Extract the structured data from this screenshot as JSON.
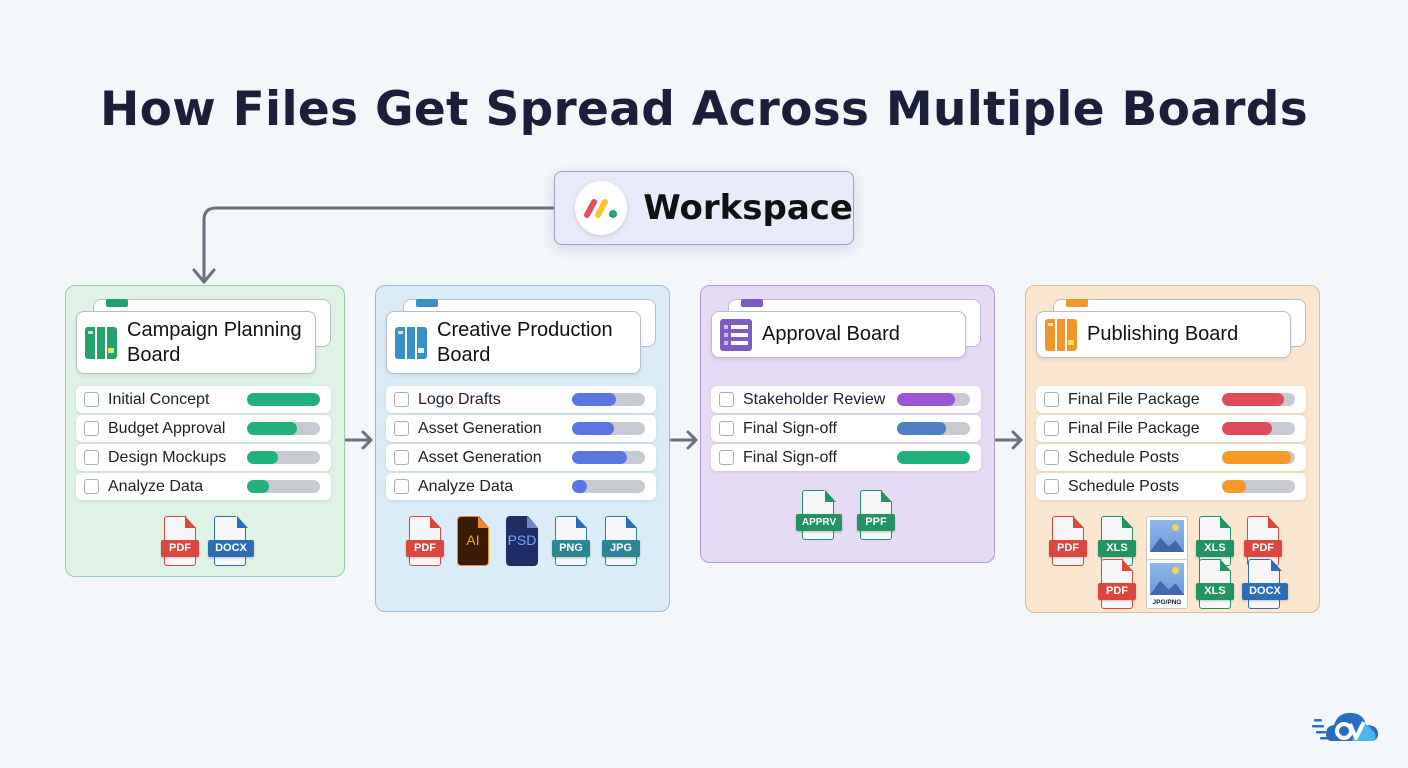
{
  "title": "How Files Get Spread Across Multiple Boards",
  "workspace": {
    "label": "Workspace",
    "logo_icon": "monday-logo-icon"
  },
  "colors": {
    "green_fill": "#22b07d",
    "blue_fill": "#5a76e0",
    "purple_fill": "#9b55d6",
    "steelblue_fill": "#4f7fc4",
    "red_fill": "#e04b5c",
    "orange_fill": "#f59a26",
    "track": "#c7cad1",
    "connector": "#6b6f80"
  },
  "boards": [
    {
      "name": "Campaign Planning Board",
      "name_line1": "Campaign Planning",
      "name_line2": "Board",
      "icon": "kanban-board-icon",
      "icon_color": "#22a36b",
      "tasks": [
        {
          "label": "Initial Concept",
          "progress": 100,
          "color": "#22b07d"
        },
        {
          "label": "Budget Approval",
          "progress": 68,
          "color": "#22b07d"
        },
        {
          "label": "Design Mockups",
          "progress": 42,
          "color": "#22b07d"
        },
        {
          "label": "Analyze Data",
          "progress": 30,
          "color": "#22b07d"
        }
      ],
      "files": [
        {
          "type": "PDF",
          "color": "#d9473e"
        },
        {
          "type": "DOCX",
          "color": "#2e6db3"
        }
      ]
    },
    {
      "name": "Creative Production Board",
      "name_line1": "Creative Production",
      "name_line2": "Board",
      "icon": "kanban-board-icon",
      "icon_color": "#3a8fc9",
      "tasks": [
        {
          "label": "Logo Drafts",
          "progress": 60,
          "color": "#5a76e0"
        },
        {
          "label": "Asset Generation",
          "progress": 58,
          "color": "#5a76e0"
        },
        {
          "label": "Asset Generation",
          "progress": 75,
          "color": "#5a76e0"
        },
        {
          "label": "Analyze Data",
          "progress": 20,
          "color": "#5a76e0"
        }
      ],
      "files": [
        {
          "type": "PDF",
          "color": "#d9473e"
        },
        {
          "type": "AI",
          "color": "#3b1a06",
          "text_color": "#f6a23a"
        },
        {
          "type": "PSD",
          "color": "#1f2f66",
          "text_color": "#6fa8ff"
        },
        {
          "type": "PNG",
          "color": "#2b8595"
        },
        {
          "type": "JPG",
          "color": "#2b8595"
        }
      ]
    },
    {
      "name": "Approval Board",
      "name_line1": "Approval Board",
      "name_line2": "",
      "icon": "list-icon",
      "icon_color": "#7d5bbf",
      "tasks": [
        {
          "label": "Stakeholder Review",
          "progress": 80,
          "color": "#9b55d6"
        },
        {
          "label": "Final Sign-off",
          "progress": 67,
          "color": "#4f7fc4"
        },
        {
          "label": "Final Sign-off",
          "progress": 100,
          "color": "#22b07d"
        }
      ],
      "files": [
        {
          "type": "APPRV",
          "color": "#239363"
        },
        {
          "type": "PPF",
          "color": "#239363"
        }
      ]
    },
    {
      "name": "Publishing Board",
      "name_line1": "Publishing Board",
      "name_line2": "",
      "icon": "kanban-board-icon",
      "icon_color": "#f2952a",
      "tasks": [
        {
          "label": "Final File Package",
          "progress": 85,
          "color": "#e04b5c"
        },
        {
          "label": "Final File Package",
          "progress": 68,
          "color": "#e04b5c"
        },
        {
          "label": "Schedule Posts",
          "progress": 95,
          "color": "#f59a26"
        },
        {
          "label": "Schedule Posts",
          "progress": 33,
          "color": "#f59a26"
        }
      ],
      "files": [
        {
          "type": "PDF",
          "color": "#d9473e"
        },
        {
          "type": "XLS",
          "color": "#239363"
        },
        {
          "type": "IMG",
          "caption": ""
        },
        {
          "type": "XLS",
          "color": "#239363"
        },
        {
          "type": "PDF",
          "color": "#d9473e"
        },
        {
          "type": "PDF",
          "color": "#d9473e"
        },
        {
          "type": "IMG",
          "caption": "JPG/PNG"
        },
        {
          "type": "XLS",
          "color": "#239363"
        },
        {
          "type": "DOCX",
          "color": "#2e6db3"
        }
      ]
    }
  ],
  "brand_logo": "cloud-brand-logo-icon"
}
